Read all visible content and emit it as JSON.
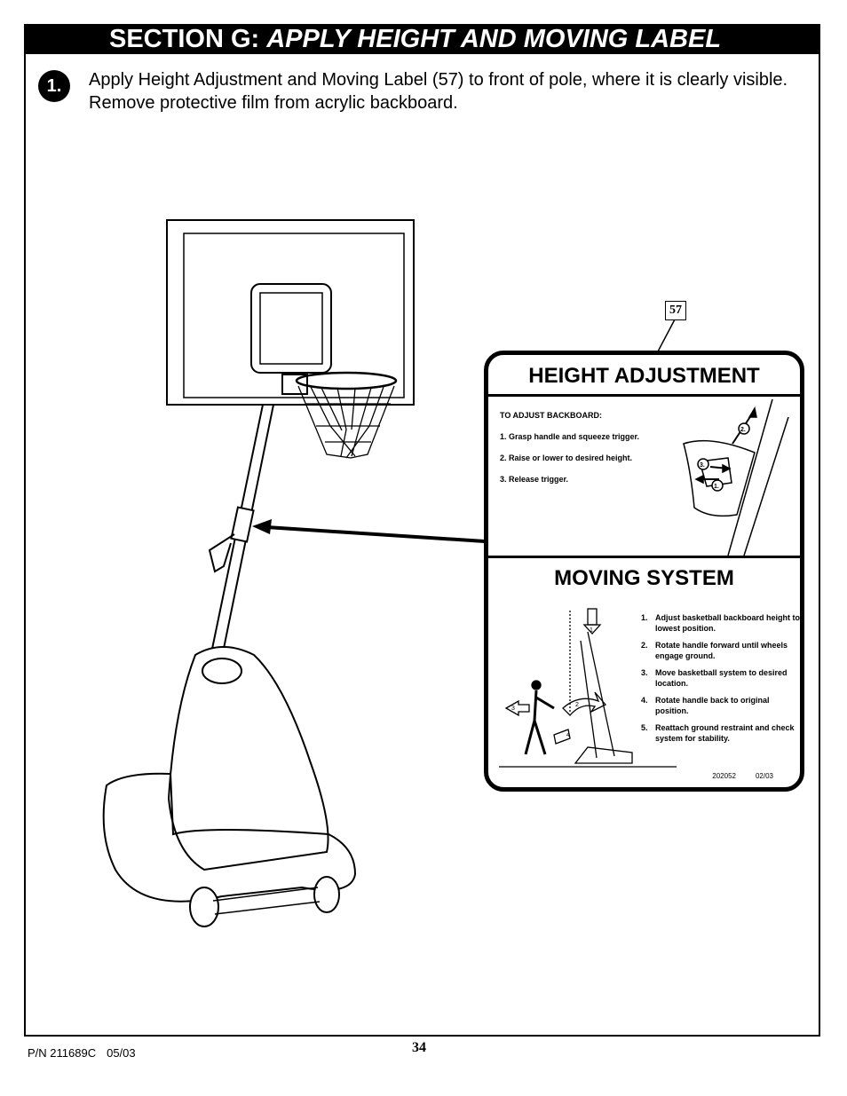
{
  "header": {
    "section": "SECTION G:",
    "title": "APPLY HEIGHT AND MOVING LABEL"
  },
  "step": {
    "number": "1.",
    "text": "Apply Height Adjustment and Moving Label (57) to front of pole, where it is clearly visible. Remove protective film from acrylic backboard."
  },
  "callout": {
    "part": "57"
  },
  "label": {
    "height_title": "HEIGHT ADJUSTMENT",
    "height_intro": "TO ADJUST BACKBOARD:",
    "height_steps": [
      "1. Grasp handle and squeeze trigger.",
      "2. Raise or lower to desired height.",
      "3. Release trigger."
    ],
    "handle_marks": [
      "1.",
      "2.",
      "3."
    ],
    "moving_title": "MOVING SYSTEM",
    "moving_steps": [
      {
        "n": "1.",
        "text": "Adjust basketball backboard height to lowest position."
      },
      {
        "n": "2.",
        "text": "Rotate handle forward until wheels engage ground."
      },
      {
        "n": "3.",
        "text": "Move basketball system to desired location."
      },
      {
        "n": "4.",
        "text": "Rotate handle back to original position."
      },
      {
        "n": "5.",
        "text": "Reattach ground restraint and check system for stability."
      }
    ],
    "figure_marks": [
      "1",
      "2",
      "3",
      "4"
    ],
    "code": "202052",
    "date": "02/03"
  },
  "footer": {
    "part_number": "P/N 211689C",
    "date": "05/03",
    "page": "34"
  }
}
